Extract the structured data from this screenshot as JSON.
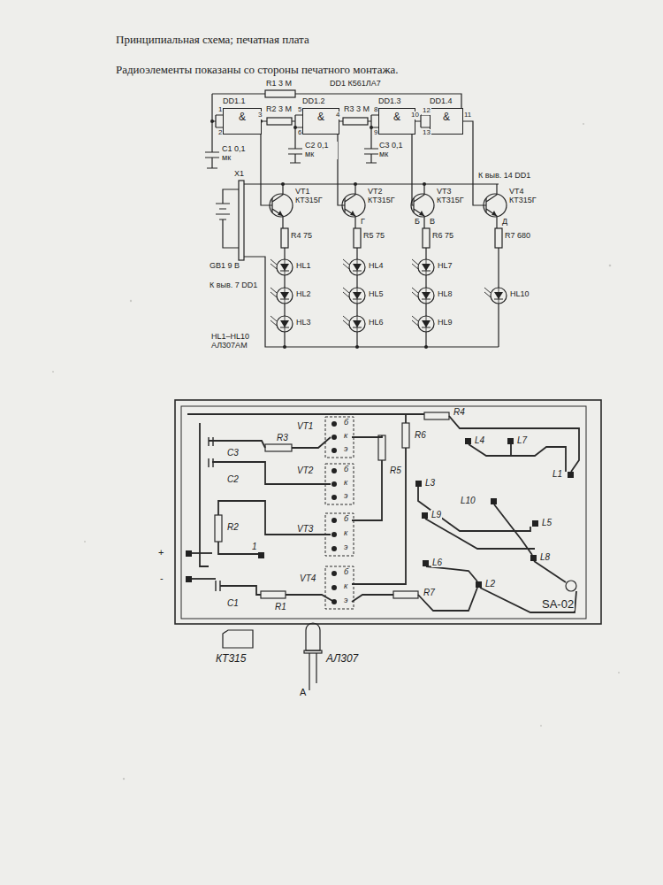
{
  "diagram": {
    "title": "Принципиальная схема; печатная плата",
    "nodes": [
      {
        "text": [
          "DD1.1",
          "&"
        ]
      },
      {
        "text": [
          "DD1.2",
          "&"
        ]
      },
      {
        "text": [
          "DD1.3",
          "&"
        ]
      },
      {
        "text": [
          "DD1.4",
          "&"
        ]
      }
    ],
    "labels": [
      "Радиоэлементы показаны со стороны печатного монтажа.",
      "R1 3 М",
      "DD1 К561ЛА7",
      "R2 3 М",
      "R3 3 М",
      "1",
      "2",
      "3",
      "5",
      "6",
      "4",
      "8",
      "9",
      "10",
      "12",
      "13",
      "11",
      "C1 0,1 мк",
      "C2 0,1 мк",
      "C3 0,1 мк",
      "X1",
      "К выв. 14 DD1",
      "VT1 КТ315Г",
      "VT2 КТ315Г",
      "VT3 КТ315Г",
      "VT4 КТ315Г",
      "GB1 9 В",
      "К выв. 7 DD1",
      "Г",
      "Б",
      "В",
      "Д",
      "R4 75",
      "R5 75",
      "R6 75",
      "R7 680",
      "HL1",
      "HL4",
      "HL7",
      "HL2",
      "HL5",
      "HL8",
      "HL10",
      "HL3",
      "HL6",
      "HL9",
      "HL1–HL10 АЛ307АМ",
      "VT1",
      "б",
      "к",
      "э",
      "R3",
      "C3",
      "R5",
      "R6",
      "R4",
      "L4",
      "L7",
      "L1",
      "C2",
      "VT2",
      "б",
      "к",
      "э",
      "L3",
      "L10",
      "L9",
      "L5",
      "R2",
      "+",
      "1",
      "VT3",
      "б",
      "к",
      "э",
      "L6",
      "L8",
      "-",
      "C1",
      "VT4",
      "б",
      "к",
      "э",
      "L2",
      "R1",
      "R7",
      "SA-02",
      "КТ315",
      "АЛ307",
      "А"
    ]
  }
}
